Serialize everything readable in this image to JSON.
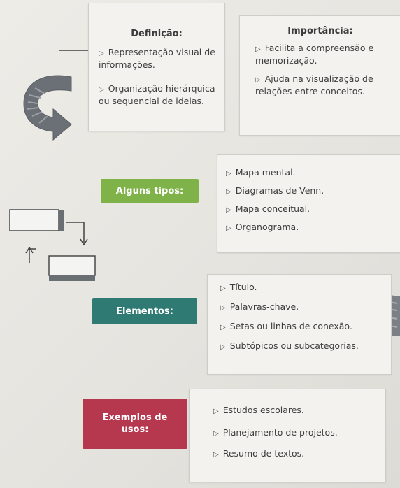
{
  "definicao": {
    "title": "Definição:",
    "items": [
      "Representação visual de informações.",
      "Organização hierárquica ou sequencial de ideias."
    ]
  },
  "importancia": {
    "title": "Importância:",
    "items": [
      "Facilita a compreensão e memorização.",
      "Ajuda na visualização de relações entre conceitos."
    ]
  },
  "tipos": {
    "label": "Alguns tipos:",
    "color": "#7fb34a",
    "items": [
      "Mapa mental.",
      "Diagramas de Venn.",
      "Mapa conceitual.",
      "Organograma."
    ]
  },
  "elementos": {
    "label": "Elementos:",
    "color": "#2f7a72",
    "items": [
      "Título.",
      "Palavras-chave.",
      "Setas ou linhas de conexão.",
      "Subtópicos ou subcategorias."
    ]
  },
  "exemplos": {
    "label": "Exemplos de usos:",
    "color": "#b5384f",
    "items": [
      "Estudos escolares.",
      "Planejamento de projetos.",
      "Resumo de textos."
    ]
  },
  "icons": [
    "curved-arrow-icon",
    "flowchart-icon",
    "triangle-bullet-icon",
    "wedge-icon"
  ]
}
